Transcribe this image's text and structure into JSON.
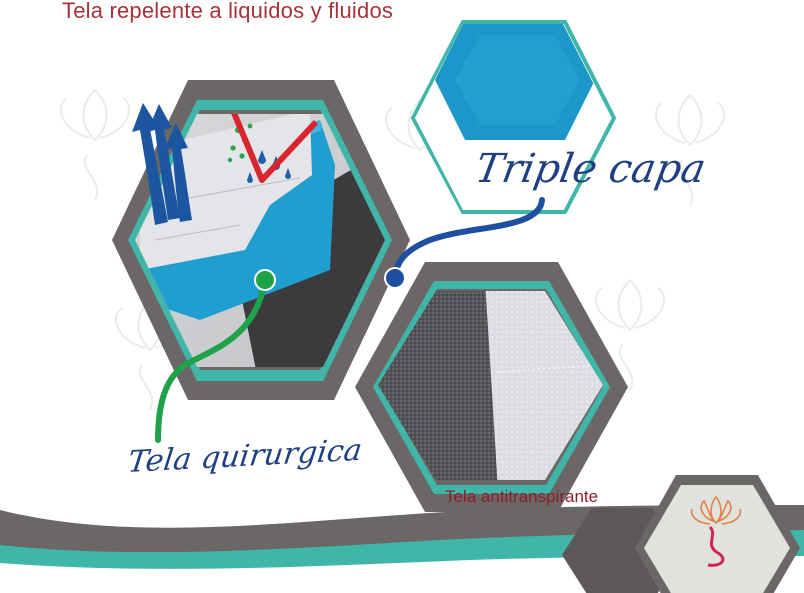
{
  "heading": "Tela repelente a liquidos y fluidos",
  "labels": {
    "triple_capa": "Triple capa",
    "tela_quirurgica": "Tela quirurgica",
    "tela_antitranspirante": "Tela antitranspirante"
  },
  "colors": {
    "heading_red": "#a8323a",
    "navy": "#1f3f82",
    "teal": "#3fb6a8",
    "gray_frame": "#6b6766",
    "blue_fabric": "#1d96c9",
    "green_connector": "#1fa24a",
    "label_red": "#8c1d2a"
  },
  "icons": [
    "airflow-arrows-icon",
    "liquid-drops-icon",
    "brand-lotus-logo"
  ]
}
